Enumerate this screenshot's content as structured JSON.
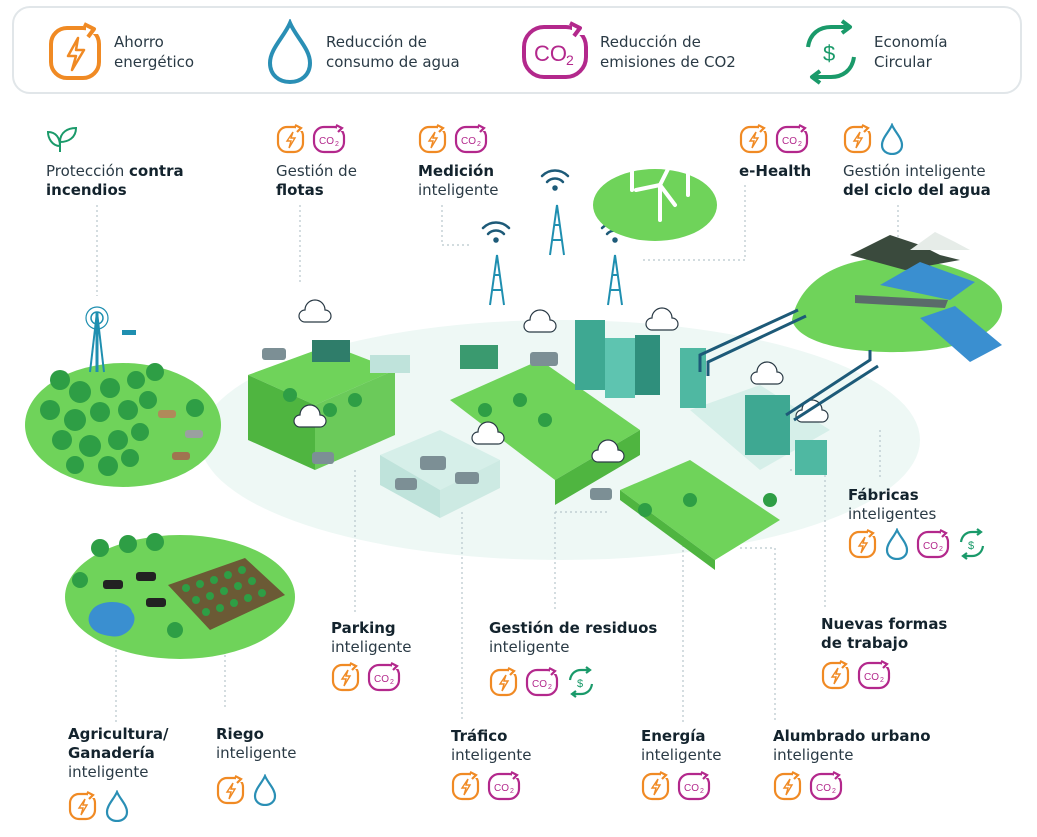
{
  "legend": [
    {
      "id": "energy",
      "line1": "Ahorro",
      "line2": "energético",
      "icon": "energy-saving-icon",
      "color": "#f08a24"
    },
    {
      "id": "water",
      "line1": "Reducción de",
      "line2": "consumo de agua",
      "icon": "water-drop-icon",
      "color": "#2a8fb5"
    },
    {
      "id": "co2",
      "line1": "Reducción de",
      "line2": "emisiones de CO2",
      "icon": "co2-reduction-icon",
      "color": "#b3288c"
    },
    {
      "id": "circular",
      "line1": "Economía",
      "line2": "Circular",
      "icon": "circular-economy-icon",
      "color": "#1a9a6a"
    }
  ],
  "icon_text": {
    "co2": "CO",
    "co2_sub": "2",
    "dollar": "$"
  },
  "labels": {
    "fire": {
      "l1_norm": "Protección ",
      "l1_bold": "contra",
      "l2_norm": "",
      "l2_bold": "incendios"
    },
    "fleet": {
      "l1_norm": "Gestión de",
      "l1_bold": "",
      "l2_norm": "",
      "l2_bold": "flotas"
    },
    "metering": {
      "l1_norm": "",
      "l1_bold": "Medición",
      "l2_norm": "inteligente",
      "l2_bold": ""
    },
    "ehealth": {
      "l1_norm": "",
      "l1_bold": "e-Health",
      "l2_norm": "",
      "l2_bold": ""
    },
    "water_cycle": {
      "l1_norm": "Gestión inteligente",
      "l1_bold": "",
      "l2_norm": "",
      "l2_bold": "del ciclo del agua"
    },
    "factories": {
      "l1_norm": "",
      "l1_bold": "Fábricas",
      "l2_norm": "inteligentes",
      "l2_bold": ""
    },
    "work": {
      "l1_norm": "",
      "l1_bold": "Nuevas formas",
      "l2_norm": "",
      "l2_bold": "de trabajo"
    },
    "parking": {
      "l1_norm": "",
      "l1_bold": "Parking",
      "l2_norm": "inteligente",
      "l2_bold": ""
    },
    "waste": {
      "l1_norm": "",
      "l1_bold": "Gestión de residuos",
      "l2_norm": "inteligente",
      "l2_bold": ""
    },
    "agri": {
      "l1_norm": "",
      "l1_bold": "Agricultura/",
      "l2_norm": "",
      "l2_bold": "Ganadería",
      "l3": "inteligente"
    },
    "irrigation": {
      "l1_norm": "",
      "l1_bold": "Riego",
      "l2_norm": "inteligente",
      "l2_bold": ""
    },
    "traffic": {
      "l1_norm": "",
      "l1_bold": "Tráfico",
      "l2_norm": "inteligente",
      "l2_bold": ""
    },
    "energy_grid": {
      "l1_norm": "",
      "l1_bold": "Energía",
      "l2_norm": "inteligente",
      "l2_bold": ""
    },
    "lighting": {
      "l1_norm": "",
      "l1_bold": "Alumbrado urbano",
      "l2_norm": "inteligente",
      "l2_bold": ""
    }
  },
  "colors": {
    "energy": "#f08a24",
    "water": "#2a8fb5",
    "co2": "#b3288c",
    "circular": "#1a9a6a",
    "grass": "#6fd35a",
    "grass_dark": "#4fb540",
    "tree": "#2e9e45",
    "building": "#3ea892",
    "road": "#d6efe9",
    "tower": "#1f8fb0",
    "wire": "#1d5a78"
  }
}
